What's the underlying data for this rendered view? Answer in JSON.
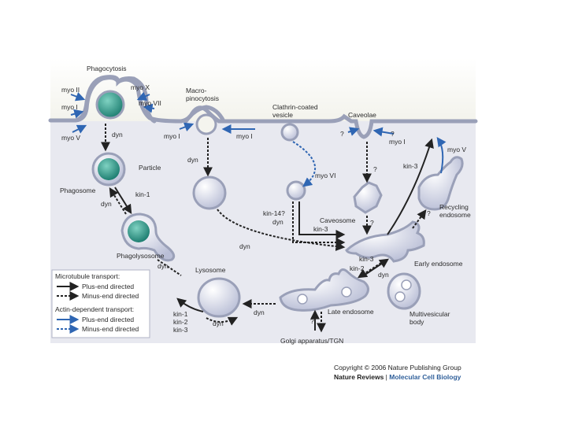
{
  "colors": {
    "panel": "#e8e9f0",
    "cytosol_top": "#ffffff",
    "membrane": "#9aa0b8",
    "vesicle_fill": "#c9cde0",
    "particle": "#2e9c8c",
    "microtubule_arrow": "#222222",
    "actin_arrow": "#2f66b3"
  },
  "labels": {
    "phagocytosis": "Phagocytosis",
    "myo_ii": "myo II",
    "myo_x": "myo X",
    "myo_i_left": "myo I",
    "myo_vii": "myo VII",
    "myo_v_left": "myo V",
    "dyn_1": "dyn",
    "particle": "Particle",
    "phagosome": "Phagosome",
    "kin_1_a": "kin-1",
    "dyn_2": "dyn",
    "phagolysosome": "Phagolysosome",
    "dyn_3": "dyn",
    "macro_1": "Macro-",
    "macro_2": "pinocytosis",
    "myo_i_mid": "myo I",
    "dyn_4": "dyn",
    "clathrin_1": "Clathrin-coated",
    "clathrin_2": "vesicle",
    "myo_i_c": "myo I",
    "myo_vi": "myo VI",
    "caveolae": "Caveolae",
    "q1": "?",
    "q2": "?",
    "myo_i_right": "myo I",
    "myo_v_right": "myo V",
    "q3": "?",
    "kin_3_a": "kin-3",
    "caveosome": "Caveosome",
    "q4": "?",
    "kin14": "kin-14?",
    "dyn_5": "dyn",
    "kin_3_b": "kin-3",
    "dyn_6": "dyn",
    "recycling_1": "Recycling",
    "recycling_2": "endosome",
    "q5": "?",
    "kin_3_c": "kin-3",
    "kin_2": "kin-2",
    "dyn_7": "dyn",
    "early_endosome": "Early endosome",
    "lysosome": "Lysosome",
    "dyn_8": "dyn",
    "kin_1_b": "kin-1",
    "kin_2_b": "kin-2",
    "kin_3_d": "kin-3",
    "dyn_9": "dyn",
    "late_endosome": "Late endosome",
    "q6": "?",
    "multivesicular_1": "Multivesicular",
    "multivesicular_2": "body",
    "golgi": "Golgi apparatus/TGN"
  },
  "legend": {
    "mt_title": "Microtubule transport:",
    "mt_plus": "Plus-end directed",
    "mt_minus": "Minus-end directed",
    "actin_title": "Actin-dependent transport:",
    "actin_plus": "Plus-end directed",
    "actin_minus": "Minus-end directed"
  },
  "credit": {
    "copyright": "Copyright © 2006 Nature Publishing Group",
    "journal_a": "Nature Reviews",
    "separator": " | ",
    "journal_b": "Molecular Cell Biology"
  }
}
